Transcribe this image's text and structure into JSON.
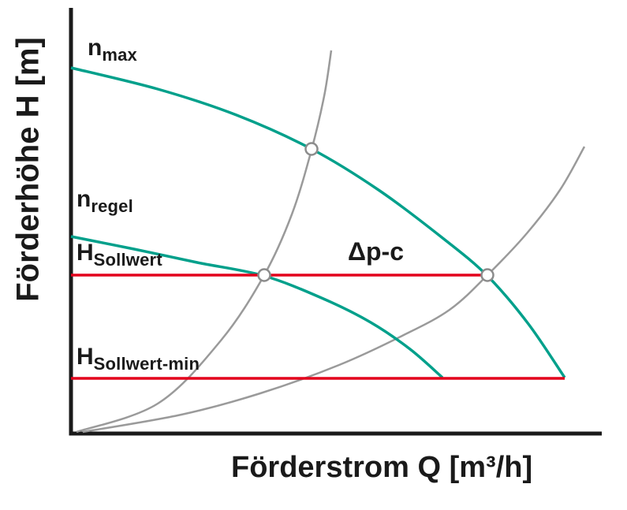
{
  "chart_data": {
    "type": "line",
    "title": "",
    "xlabel": "Förderstrom Q  [m³/h]",
    "ylabel": "Förderhöhe H [m]",
    "axes_note": "qualitative pump diagram, no numeric ticks, L-shaped axes",
    "axis_color": "#1a1a1a",
    "colors": {
      "pump_curve_green": "#00A08B",
      "system_curve_gray": "#9a9a9a",
      "setpoint_line_red": "#E3001B",
      "text_black": "#1a1a1a"
    },
    "series": [
      {
        "id": "system-curve-steep",
        "name": "system characteristic (high resistance)",
        "color": "#9a9a9a",
        "width": 2.5,
        "points": [
          [
            97,
            548
          ],
          [
            200,
            512
          ],
          [
            280,
            432
          ],
          [
            335,
            349
          ],
          [
            370,
            272
          ],
          [
            395,
            190
          ],
          [
            411,
            122
          ],
          [
            420,
            64
          ]
        ]
      },
      {
        "id": "system-curve-flat",
        "name": "system characteristic (low resistance)",
        "color": "#9a9a9a",
        "width": 2.5,
        "points": [
          [
            105,
            548
          ],
          [
            230,
            526
          ],
          [
            330,
            499
          ],
          [
            430,
            463
          ],
          [
            510,
            426
          ],
          [
            570,
            393
          ],
          [
            618,
            349
          ],
          [
            668,
            296
          ],
          [
            710,
            241
          ],
          [
            741,
            186
          ]
        ]
      },
      {
        "id": "pump-curve-nmax",
        "name": "pump curve n_max",
        "color": "#00A08B",
        "width": 3.5,
        "points": [
          [
            90,
            86
          ],
          [
            200,
            113
          ],
          [
            300,
            146
          ],
          [
            395,
            189
          ],
          [
            480,
            241
          ],
          [
            560,
            301
          ],
          [
            618,
            350
          ],
          [
            670,
            411
          ],
          [
            716,
            479
          ]
        ]
      },
      {
        "id": "pump-curve-nregel",
        "name": "pump curve n_regel",
        "color": "#00A08B",
        "width": 3.5,
        "points": [
          [
            90,
            300
          ],
          [
            170,
            316
          ],
          [
            250,
            333
          ],
          [
            335,
            350
          ],
          [
            410,
            379
          ],
          [
            470,
            409
          ],
          [
            520,
            443
          ],
          [
            561,
            479
          ]
        ]
      },
      {
        "id": "h-sollwert-line",
        "name": "constant setpoint head H_Sollwert (Δp-c)",
        "color": "#E3001B",
        "width": 3.5,
        "points": [
          [
            90,
            349
          ],
          [
            618,
            349
          ]
        ]
      },
      {
        "id": "h-sollwert-min-line",
        "name": "minimum setpoint head H_Sollwert-min",
        "color": "#E3001B",
        "width": 3.5,
        "points": [
          [
            90,
            480
          ],
          [
            716,
            480
          ]
        ]
      }
    ],
    "markers": [
      {
        "id": "operating-point-nmax-steep",
        "x": 395,
        "y": 189
      },
      {
        "id": "operating-point-setpoint-steep",
        "x": 335,
        "y": 349
      },
      {
        "id": "operating-point-setpoint-flat",
        "x": 618,
        "y": 349
      }
    ],
    "marker_style": {
      "radius": 7.5,
      "fill": "#ffffff",
      "stroke": "#8c8c8c",
      "stroke_width": 2.5
    },
    "annotations": {
      "nmax": {
        "base": "n",
        "sub": "max"
      },
      "nregel": {
        "base": "n",
        "sub": "regel"
      },
      "hsoll": {
        "base": "H",
        "sub": "Sollwert"
      },
      "hsollmin": {
        "base": "H",
        "sub": "Sollwert-min"
      },
      "dpc": {
        "base": "Δp-c",
        "sub": ""
      }
    }
  }
}
